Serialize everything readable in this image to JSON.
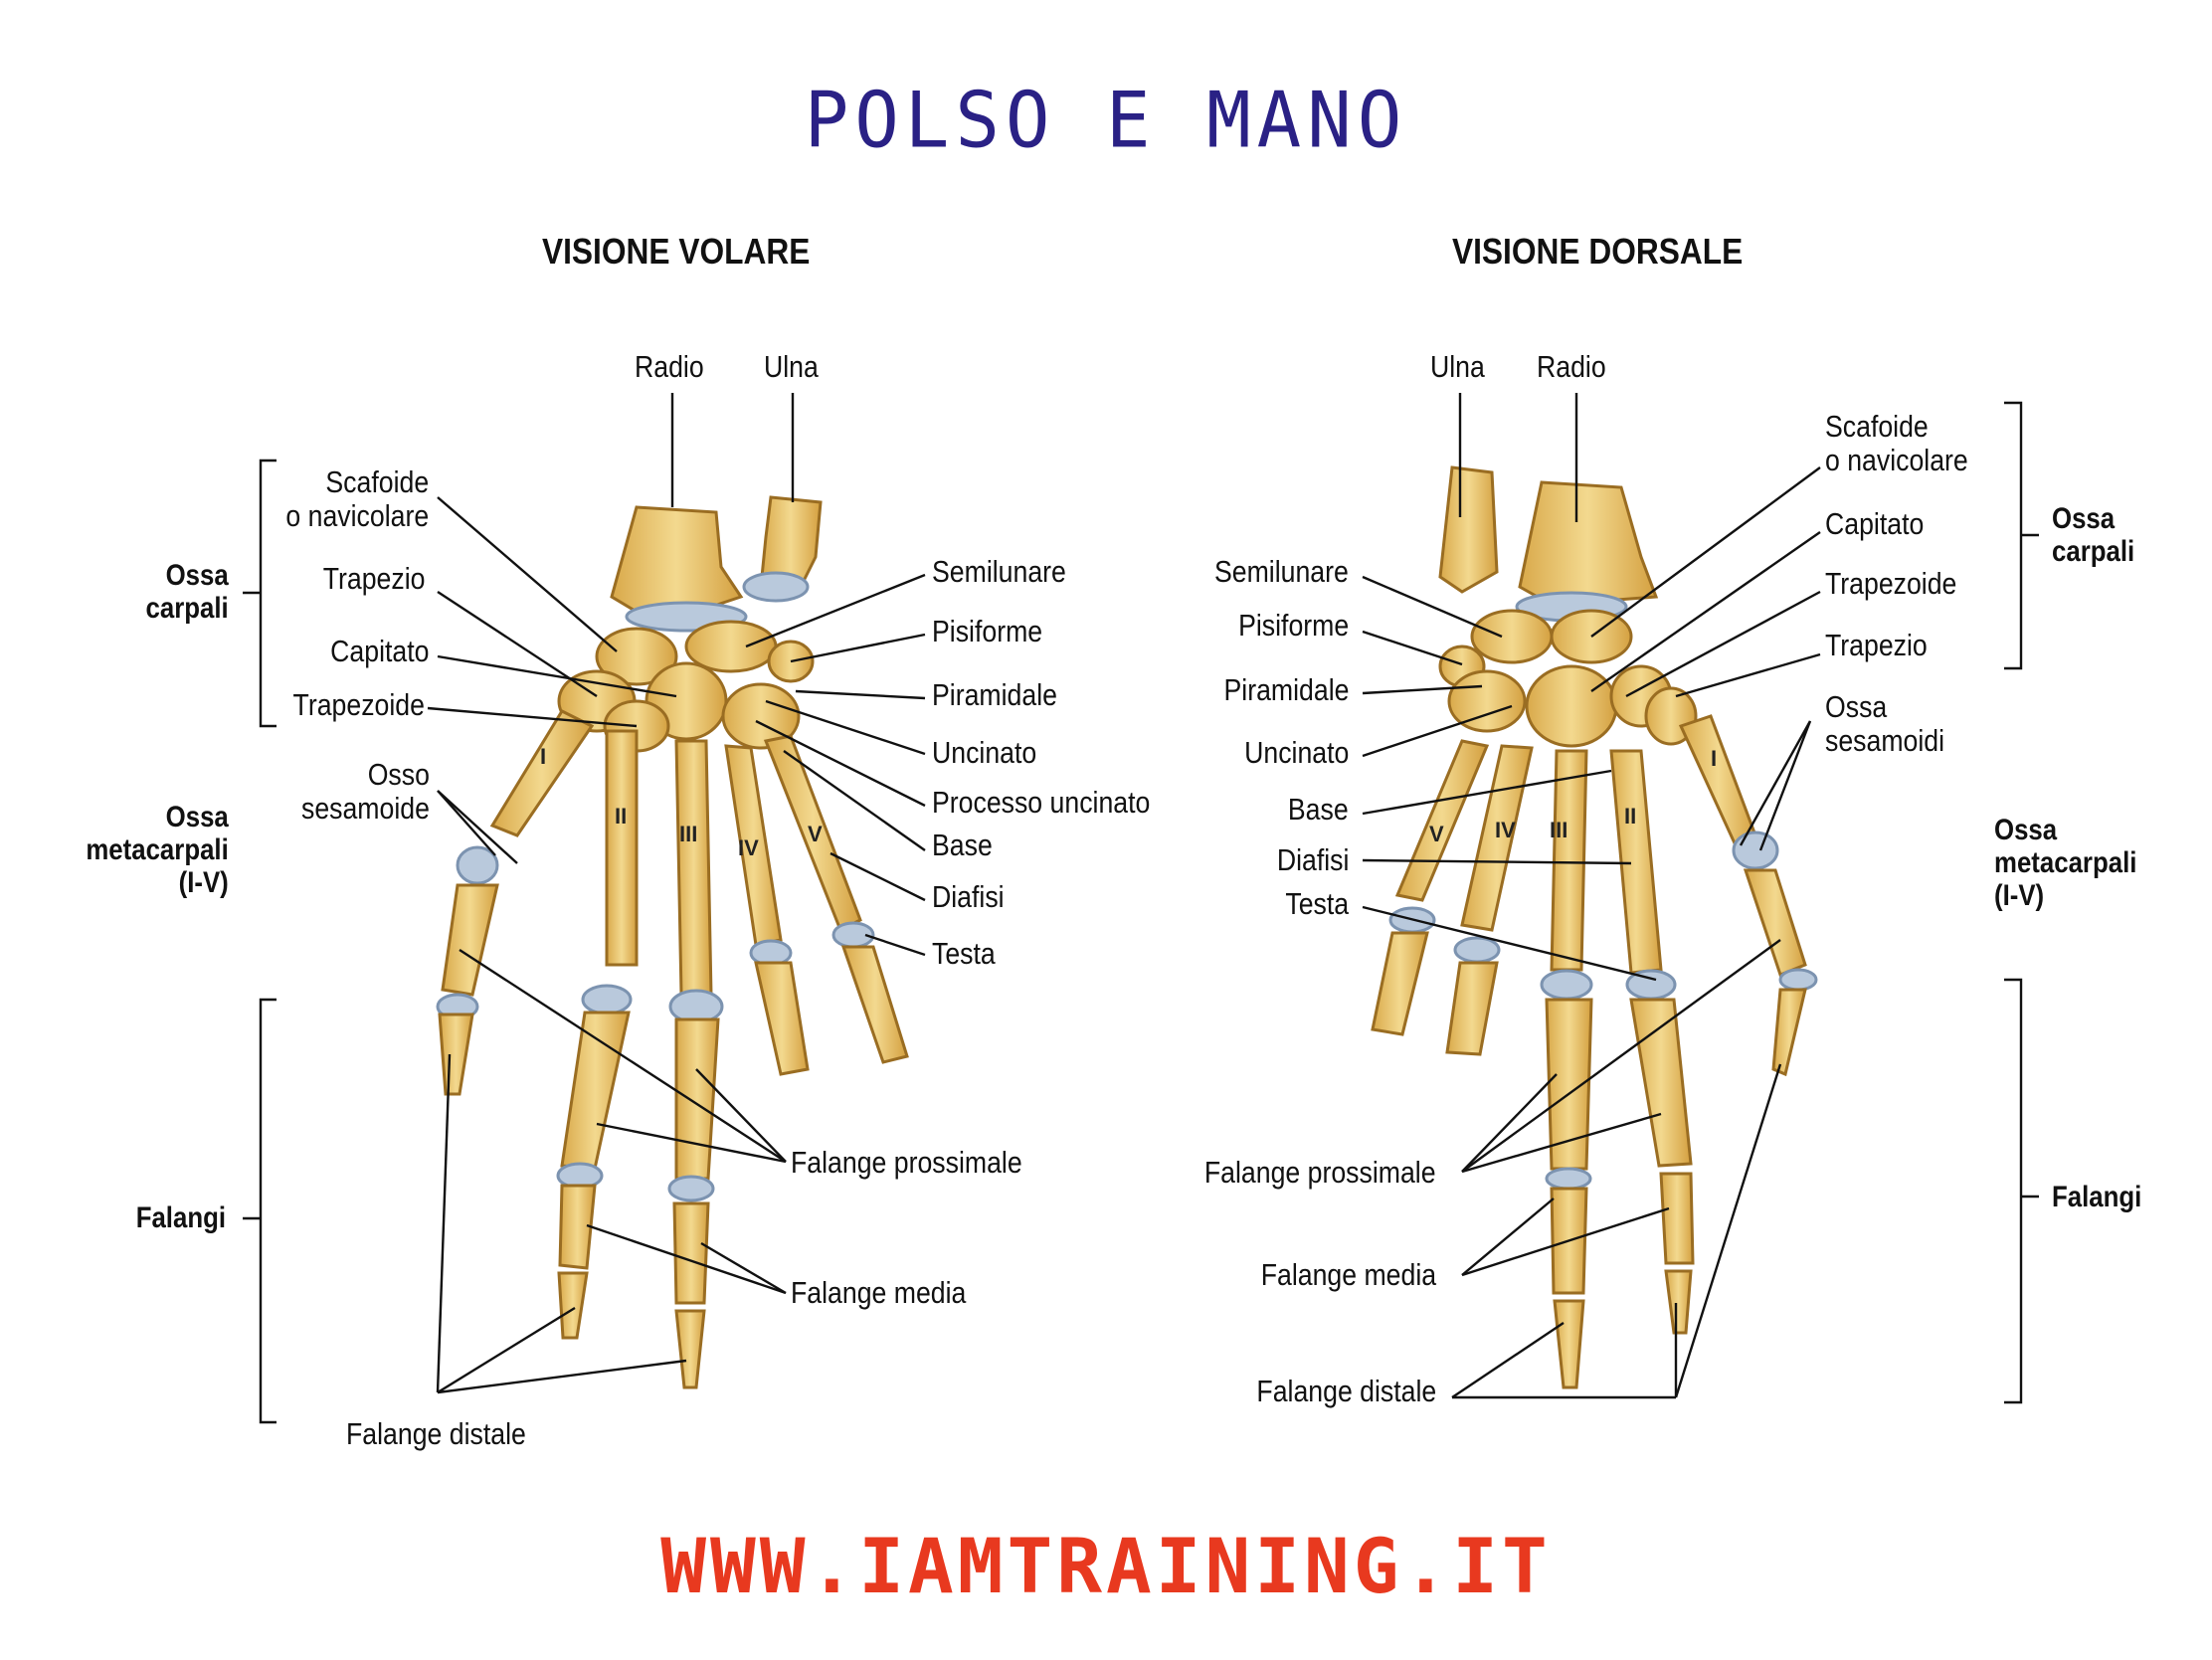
{
  "title": "POLSO E MANO",
  "footer": "WWW.IAMTRAINING.IT",
  "colors": {
    "title": "#2a2185",
    "footer": "#e8391f",
    "bone": "#e8c46e",
    "cartilage": "#b9c9dc"
  },
  "volar": {
    "heading": "VISIONE VOLARE",
    "radio": "Radio",
    "ulna": "Ulna",
    "scafoide": "Scafoide\no navicolare",
    "trapezio": "Trapezio",
    "capitato": "Capitato",
    "trapezoide": "Trapezoide",
    "osso_sesamoide": "Osso\nsesamoide",
    "semilunare": "Semilunare",
    "pisiforme": "Pisiforme",
    "piramidale": "Piramidale",
    "uncinato": "Uncinato",
    "processo_uncinato": "Processo uncinato",
    "base": "Base",
    "diafisi": "Diafisi",
    "testa": "Testa",
    "falange_prossimale": "Falange prossimale",
    "falange_media": "Falange media",
    "falange_distale": "Falange distale",
    "group_carpali": "Ossa\ncarpali",
    "group_metacarpali": "Ossa\nmetacarpali\n(I-V)",
    "group_falangi": "Falangi",
    "roman": [
      "I",
      "II",
      "III",
      "IV",
      "V"
    ]
  },
  "dorsal": {
    "heading": "VISIONE DORSALE",
    "ulna": "Ulna",
    "radio": "Radio",
    "semilunare": "Semilunare",
    "pisiforme": "Pisiforme",
    "piramidale": "Piramidale",
    "uncinato": "Uncinato",
    "base": "Base",
    "diafisi": "Diafisi",
    "testa": "Testa",
    "scafoide": "Scafoide\no navicolare",
    "capitato": "Capitato",
    "trapezoide": "Trapezoide",
    "trapezio": "Trapezio",
    "ossa_sesamoidi": "Ossa\nsesamoidi",
    "falange_prossimale": "Falange prossimale",
    "falange_media": "Falange media",
    "falange_distale": "Falange distale",
    "group_carpali": "Ossa\ncarpali",
    "group_metacarpali": "Ossa\nmetacarpali\n(I-V)",
    "group_falangi": "Falangi",
    "roman": [
      "V",
      "IV",
      "III",
      "II",
      "I"
    ]
  }
}
